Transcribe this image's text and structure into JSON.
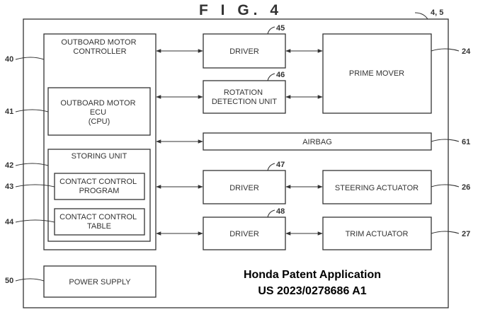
{
  "figure_title": "F I G. 4",
  "system_ref": "4, 5",
  "blocks": {
    "outboard_motor_controller": {
      "label": [
        "OUTBOARD MOTOR",
        "CONTROLLER"
      ],
      "ref": "40"
    },
    "outboard_motor_ecu": {
      "label": [
        "OUTBOARD MOTOR",
        "ECU",
        "(CPU)"
      ],
      "ref": "41"
    },
    "storing_unit": {
      "label": [
        "STORING UNIT"
      ],
      "ref": "42"
    },
    "contact_control_program": {
      "label": [
        "CONTACT CONTROL",
        "PROGRAM"
      ],
      "ref": "43"
    },
    "contact_control_table": {
      "label": [
        "CONTACT CONTROL",
        "TABLE"
      ],
      "ref": "44"
    },
    "driver_45": {
      "label": [
        "DRIVER"
      ],
      "ref": "45"
    },
    "rotation_detection_unit": {
      "label": [
        "ROTATION",
        "DETECTION UNIT"
      ],
      "ref": "46"
    },
    "driver_47": {
      "label": [
        "DRIVER"
      ],
      "ref": "47"
    },
    "driver_48": {
      "label": [
        "DRIVER"
      ],
      "ref": "48"
    },
    "prime_mover": {
      "label": [
        "PRIME MOVER"
      ],
      "ref": "24"
    },
    "airbag": {
      "label": [
        "AIRBAG"
      ],
      "ref": "61"
    },
    "steering_actuator": {
      "label": [
        "STEERING ACTUATOR"
      ],
      "ref": "26"
    },
    "trim_actuator": {
      "label": [
        "TRIM ACTUATOR"
      ],
      "ref": "27"
    },
    "power_supply": {
      "label": [
        "POWER SUPPLY"
      ],
      "ref": "50"
    }
  },
  "watermark": {
    "line1": "Honda Patent Application",
    "line2": "US 2023/0278686 A1"
  }
}
